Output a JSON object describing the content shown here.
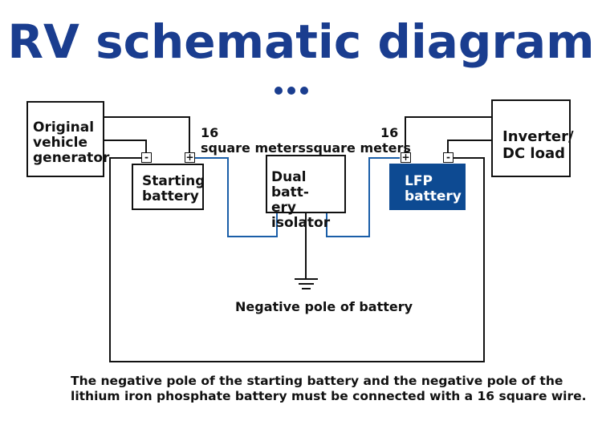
{
  "title": "RV schematic diagram",
  "colors": {
    "accent": "#1a3d8f",
    "lfp_fill": "#0d4a92",
    "wire_blue": "#1a5ea8",
    "wire_black": "#111111"
  },
  "nodes": {
    "generator": {
      "lines": [
        "Original",
        "vehicle",
        "generator"
      ]
    },
    "starting_battery": {
      "lines": [
        "Starting",
        "battery"
      ]
    },
    "isolator": {
      "lines": [
        "Dual batt-",
        "ery isolator"
      ]
    },
    "lfp_battery": {
      "lines": [
        "LFP",
        "battery"
      ]
    },
    "inverter": {
      "lines": [
        "Inverter/",
        "DC load"
      ]
    }
  },
  "terminals": {
    "negative": "-",
    "positive": "+"
  },
  "wire_labels": {
    "left": {
      "size": "16",
      "unit": "square meters"
    },
    "right": {
      "size": "16",
      "unit": "square meters"
    }
  },
  "ground_label": "Negative pole of battery",
  "note": [
    "The negative pole of the starting battery and the negative pole of the",
    "lithium iron phosphate battery must be connected with a 16 square wire."
  ]
}
